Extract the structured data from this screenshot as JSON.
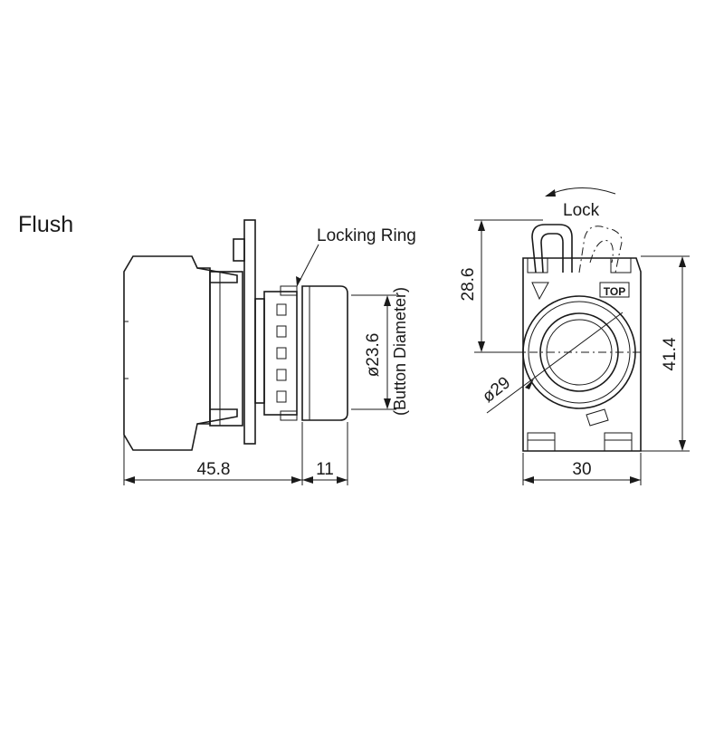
{
  "title": "Flush",
  "labels": {
    "locking_ring": "Locking Ring",
    "lock": "Lock",
    "top_mark": "TOP",
    "button_diameter": "(Button Diameter)"
  },
  "dimensions": {
    "body_length": "45.8",
    "button_length": "11",
    "button_diameter": "ø23.6",
    "width": "30",
    "height": "41.4",
    "top_offset": "28.6",
    "bezel_diameter": "ø29"
  }
}
